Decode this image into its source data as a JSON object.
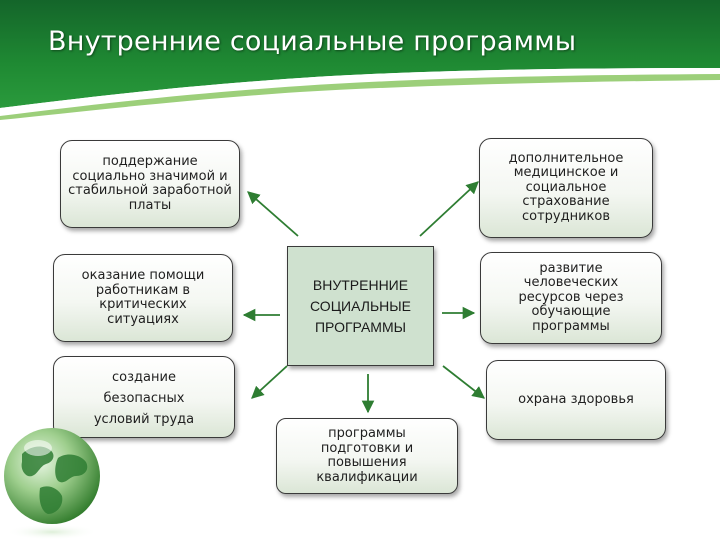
{
  "slide": {
    "title": "Внутренние социальные программы"
  },
  "diagram": {
    "center_label": "ВНУТРЕННИЕ СОЦИАЛЬНЫЕ ПРОГРАММЫ",
    "nodes": {
      "top_left": "поддержание социально значимой и стабильной заработной платы",
      "middle_left": "оказание помощи работникам в критических ситуациях",
      "bottom_left": "создание безопасных условий труда",
      "top_right": "дополнительное медицинское и социальное страхование сотрудников",
      "middle_right": "развитие человеческих ресурсов через обучающие программы",
      "bottom_right": "охрана здоровья",
      "bottom_center": "программы подготовки и повышения квалификации"
    }
  },
  "colors": {
    "header_green": "#1e7f2c",
    "header_dark": "#0f5a1c",
    "arrow_green": "#2e7d32",
    "center_fill": "#cfe1cf"
  }
}
